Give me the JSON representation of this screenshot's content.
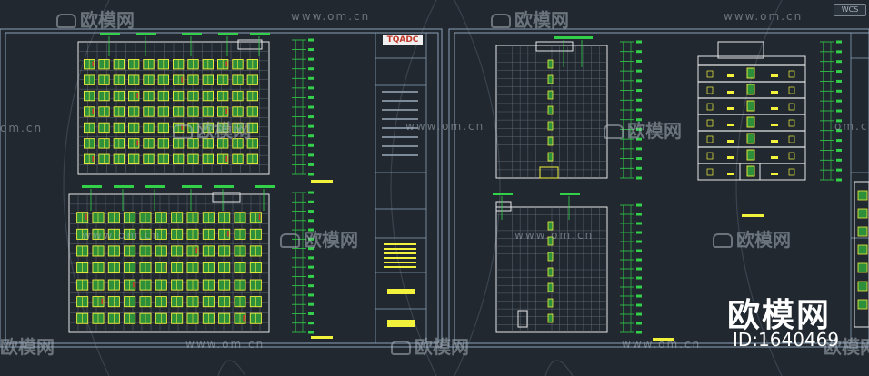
{
  "watermark": {
    "brand_cn": "欧模网",
    "url": "www.om.cn",
    "url_short": "om.cn"
  },
  "viewport": {
    "wcs_label": "WCS"
  },
  "titleblock": {
    "logo_text": "TQADC"
  },
  "brand_overlay": {
    "name": "欧模网",
    "id_text": "ID:1640469"
  },
  "colors": {
    "background": "#212830",
    "frame": "#8aa0b8",
    "building_outline": "#e8e8e8",
    "window": "#f2f23c",
    "window_frame": "#2d8f3a",
    "dimension": "#33d14a",
    "accent_red": "#d0342c",
    "watermark": "#aab2bc"
  }
}
